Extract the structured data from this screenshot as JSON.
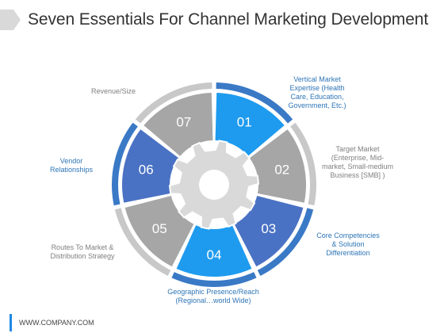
{
  "title": "Seven Essentials For Channel Marketing Development",
  "colors": {
    "blue_light": "#1e9bef",
    "blue_dark": "#4a72c4",
    "gray": "#a6a6a6",
    "outer_gray": "#c8c8c8",
    "outer_blue": "#3a79c6",
    "gear": "#d9d9d9"
  },
  "segments": [
    {
      "num": "01",
      "label": "Vertical Market\nExpertise (Health\nCare, Education,\nGovernment, Etc.)",
      "color": "blue_light"
    },
    {
      "num": "02",
      "label": "Target Market\n(Enterprise, Mid-\nmarket, Small-medium\nBusiness [SMB] )",
      "color": "gray"
    },
    {
      "num": "03",
      "label": "Core Competencies\n& Solution\nDifferentiation",
      "color": "blue_dark"
    },
    {
      "num": "04",
      "label": "Geographic Presence/Reach\n(Regional…world Wide)",
      "color": "blue_light"
    },
    {
      "num": "05",
      "label": "Routes To Market &\nDistribution Strategy",
      "color": "gray"
    },
    {
      "num": "06",
      "label": "Vendor\nRelationships",
      "color": "blue_dark"
    },
    {
      "num": "07",
      "label": "Revenue/Size",
      "color": "gray"
    }
  ],
  "footer": "WWW.COMPANY.COM"
}
